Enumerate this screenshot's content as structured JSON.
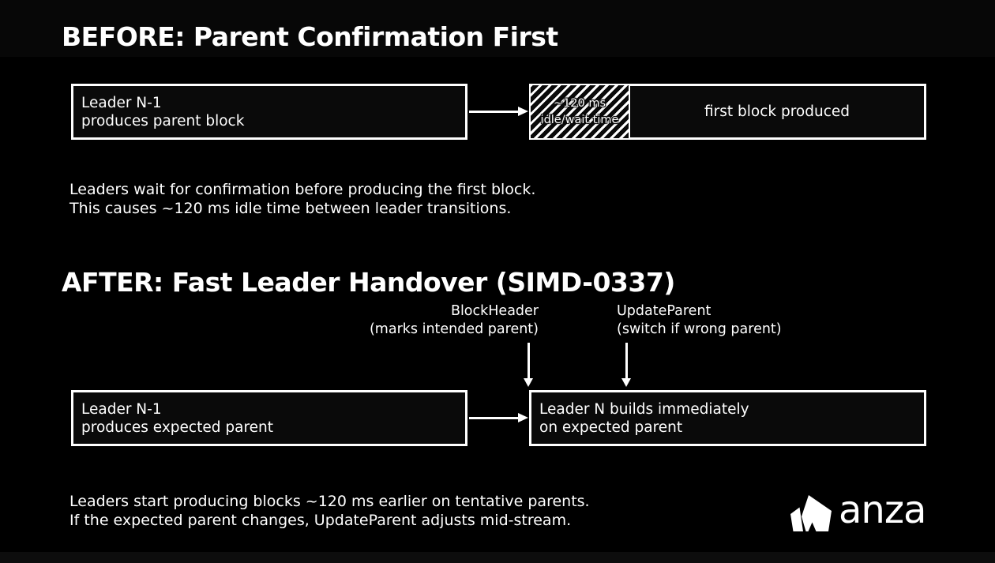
{
  "colors": {
    "background": "#000000",
    "foreground": "#ffffff",
    "box_fill": "#0a0a0a",
    "border": "#ffffff"
  },
  "before": {
    "title": "BEFORE: Parent Confirmation First",
    "leader_box": {
      "line1": "Leader N-1",
      "line2": "produces parent block"
    },
    "idle_segment": {
      "line1": "~120 ms",
      "line2": "idle/wait time"
    },
    "block_segment_label": "first block produced",
    "caption_line1": "Leaders wait for confirmation before producing the first block.",
    "caption_line2": "This causes ~120 ms idle time between leader transitions."
  },
  "after": {
    "title": "AFTER: Fast Leader Handover (SIMD-0337)",
    "blockheader_label": {
      "line1": "BlockHeader",
      "line2": "(marks intended parent)"
    },
    "updateparent_label": {
      "line1": "UpdateParent",
      "line2": "(switch if wrong parent)"
    },
    "leader_box": {
      "line1": "Leader N-1",
      "line2": "produces expected parent"
    },
    "build_box": {
      "line1": "Leader N builds immediately",
      "line2": "on expected parent"
    },
    "caption_line1": "Leaders start producing blocks ~120 ms earlier on tentative parents.",
    "caption_line2": "If the expected parent changes, UpdateParent adjusts mid-stream."
  },
  "footer": {
    "brand": "anza"
  }
}
